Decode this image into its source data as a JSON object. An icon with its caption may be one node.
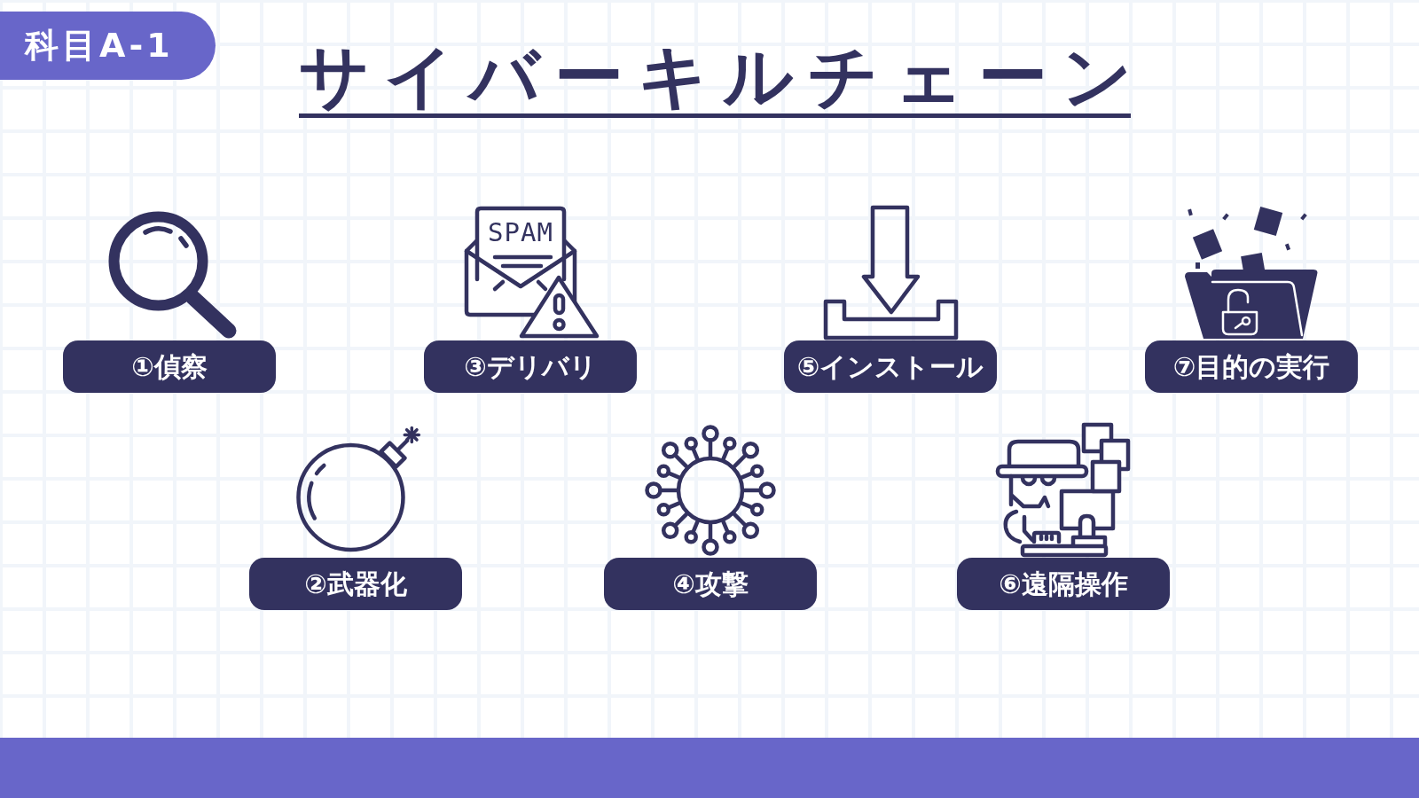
{
  "diagram": {
    "title": "サイバーキルチェーン",
    "nodes": [
      {
        "text": [
          "科目A-1"
        ]
      },
      {
        "text": [
          "①偵察"
        ]
      },
      {
        "text": [
          "③デリバリ"
        ]
      },
      {
        "text": [
          "⑤インストール"
        ]
      },
      {
        "text": [
          "⑦目的の実行"
        ]
      },
      {
        "text": [
          "②武器化"
        ]
      },
      {
        "text": [
          "④攻撃"
        ]
      },
      {
        "text": [
          "⑥遠隔操作"
        ]
      }
    ],
    "labels": [
      "SPAM"
    ]
  }
}
